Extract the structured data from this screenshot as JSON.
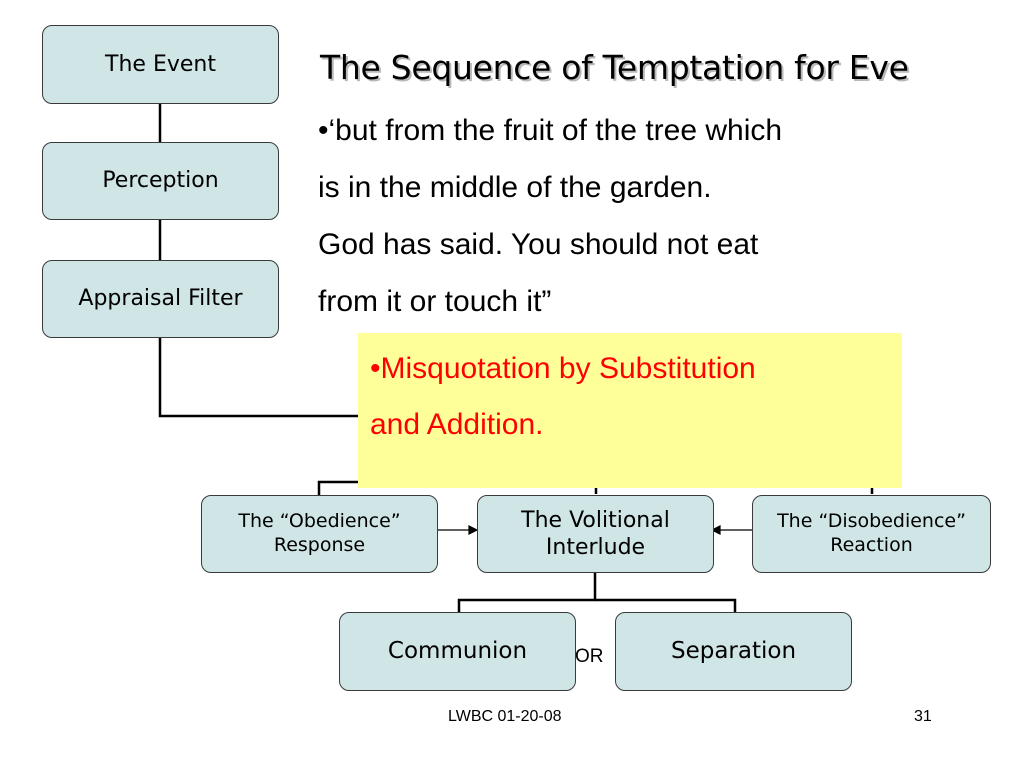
{
  "title": "The Sequence of Temptation for Eve",
  "quote": {
    "lines": [
      "•‘but from the fruit of the tree which",
      "is in the middle of the garden.",
      "God has said. You should not eat",
      "from it or touch it”"
    ]
  },
  "callout": {
    "lines": [
      "•Misquotation by Substitution",
      "and Addition."
    ],
    "text_color": "#ff0000",
    "background": "#ffff99"
  },
  "diagram": {
    "box_fill": "#cfe5e6",
    "boxes": {
      "event": "The Event",
      "perception": "Perception",
      "appraisal": "Appraisal Filter",
      "obedience": [
        "The “Obedience”",
        "Response"
      ],
      "volitional": [
        "The Volitional",
        "Interlude"
      ],
      "disobedience": [
        "The “Disobedience”",
        "Reaction"
      ],
      "communion": "Communion",
      "separation": "Separation"
    },
    "or_label": "OR"
  },
  "footer": {
    "center": "LWBC 01-20-08",
    "page_number": "31"
  }
}
